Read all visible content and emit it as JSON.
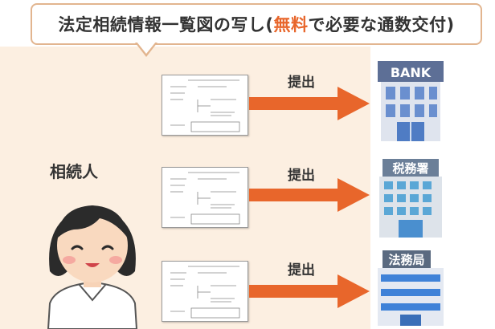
{
  "banner": {
    "prefix": "法定相続情報一覧図の写し(",
    "highlight": "無料",
    "suffix": "で必要な通数交付)"
  },
  "heir": {
    "label": "相続人"
  },
  "rows": [
    {
      "action": "提出",
      "building": "bank-icon",
      "sign": "BANK"
    },
    {
      "action": "提出",
      "building": "tax-office-icon",
      "sign": "税務署"
    },
    {
      "action": "提出",
      "building": "legal-affairs-bureau-icon",
      "sign": "法務局"
    }
  ],
  "colors": {
    "accent": "#e8662b",
    "panel": "#fcefe1",
    "bank": "#5d6f96",
    "tax": "#6b7f98",
    "legal": "#3f82d8"
  }
}
